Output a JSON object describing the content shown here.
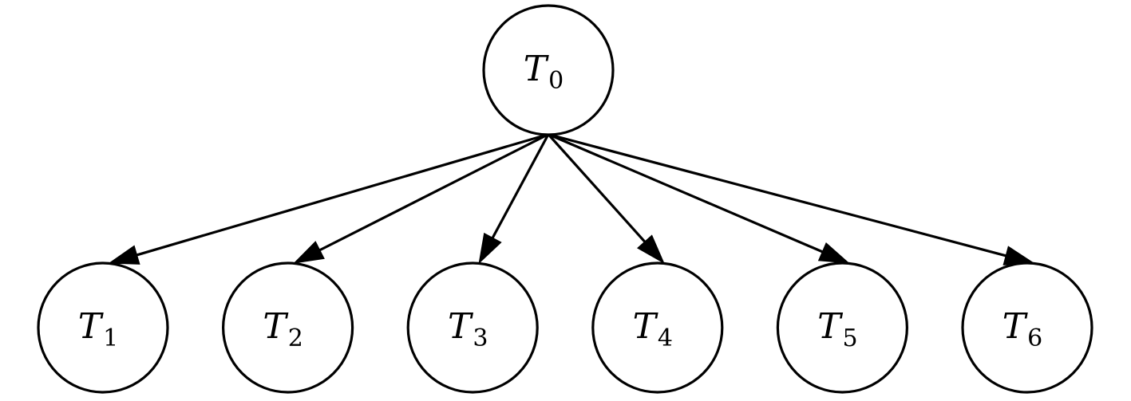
{
  "diagram": {
    "type": "tree",
    "root": {
      "id": "T0",
      "label": "T",
      "subscript": "0"
    },
    "children": [
      {
        "id": "T1",
        "label": "T",
        "subscript": "1"
      },
      {
        "id": "T2",
        "label": "T",
        "subscript": "2"
      },
      {
        "id": "T3",
        "label": "T",
        "subscript": "3"
      },
      {
        "id": "T4",
        "label": "T",
        "subscript": "4"
      },
      {
        "id": "T5",
        "label": "T",
        "subscript": "5"
      },
      {
        "id": "T6",
        "label": "T",
        "subscript": "6"
      }
    ],
    "edges": [
      {
        "from": "T0",
        "to": "T1"
      },
      {
        "from": "T0",
        "to": "T2"
      },
      {
        "from": "T0",
        "to": "T3"
      },
      {
        "from": "T0",
        "to": "T4"
      },
      {
        "from": "T0",
        "to": "T5"
      },
      {
        "from": "T0",
        "to": "T6"
      }
    ],
    "colors": {
      "stroke": "#000000",
      "fill": "#ffffff"
    }
  }
}
